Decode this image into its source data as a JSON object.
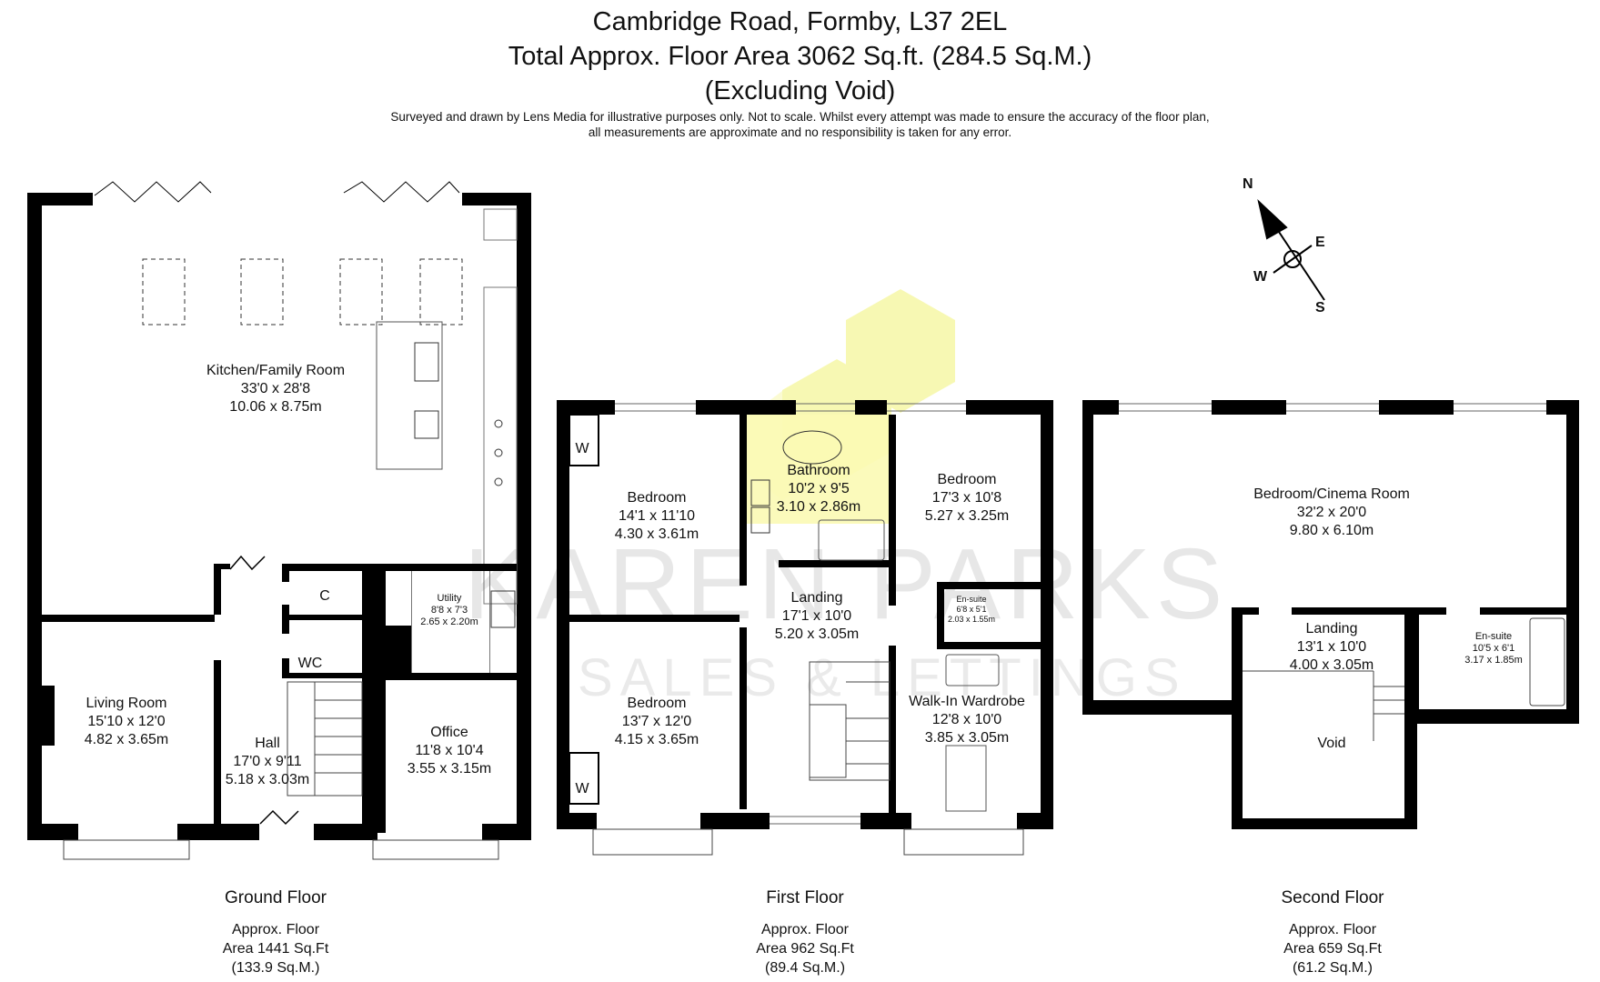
{
  "header": {
    "address": "Cambridge Road, Formby, L37 2EL",
    "total_area": "Total Approx. Floor Area 3062 Sq.ft. (284.5 Sq.M.)",
    "note": "(Excluding Void)",
    "disclaimer_line1": "Surveyed and drawn by Lens Media for illustrative purposes only. Not to scale. Whilst every attempt was made to ensure the accuracy of the floor plan,",
    "disclaimer_line2": "all measurements are approximate and no responsibility is taken for any error."
  },
  "compass": {
    "n": "N",
    "e": "E",
    "s": "S",
    "w": "W"
  },
  "watermark": {
    "line1": "KAREN PARKS",
    "line2": "SALES & LETTINGS",
    "color": "#f5f5a0"
  },
  "floors": [
    {
      "name": "Ground Floor",
      "area_line1": "Approx. Floor",
      "area_line2": "Area 1441 Sq.Ft",
      "area_line3": "(133.9 Sq.M.)",
      "rooms": [
        {
          "name": "Kitchen/Family Room",
          "imperial": "33'0 x 28'8",
          "metric": "10.06 x 8.75m"
        },
        {
          "name": "Utility",
          "imperial": "8'8 x 7'3",
          "metric": "2.65 x 2.20m"
        },
        {
          "name": "C"
        },
        {
          "name": "WC"
        },
        {
          "name": "Living Room",
          "imperial": "15'10 x 12'0",
          "metric": "4.82 x 3.65m"
        },
        {
          "name": "Hall",
          "imperial": "17'0 x 9'11",
          "metric": "5.18 x 3.03m"
        },
        {
          "name": "Office",
          "imperial": "11'8 x 10'4",
          "metric": "3.55 x 3.15m"
        }
      ]
    },
    {
      "name": "First Floor",
      "area_line1": "Approx. Floor",
      "area_line2": "Area 962 Sq.Ft",
      "area_line3": "(89.4 Sq.M.)",
      "rooms": [
        {
          "name": "Bedroom",
          "imperial": "14'1 x 11'10",
          "metric": "4.30 x 3.61m"
        },
        {
          "name": "Bathroom",
          "imperial": "10'2 x 9'5",
          "metric": "3.10 x 2.86m"
        },
        {
          "name": "Bedroom",
          "imperial": "17'3 x 10'8",
          "metric": "5.27 x 3.25m"
        },
        {
          "name": "Landing",
          "imperial": "17'1 x 10'0",
          "metric": "5.20 x 3.05m"
        },
        {
          "name": "En-suite",
          "imperial": "6'8 x 5'1",
          "metric": "2.03 x 1.55m"
        },
        {
          "name": "Bedroom",
          "imperial": "13'7 x 12'0",
          "metric": "4.15 x 3.65m"
        },
        {
          "name": "Walk-In Wardrobe",
          "imperial": "12'8 x 10'0",
          "metric": "3.85 x 3.05m"
        },
        {
          "name": "W"
        },
        {
          "name": "W"
        }
      ]
    },
    {
      "name": "Second Floor",
      "area_line1": "Approx. Floor",
      "area_line2": "Area 659 Sq.Ft",
      "area_line3": "(61.2 Sq.M.)",
      "rooms": [
        {
          "name": "Bedroom/Cinema Room",
          "imperial": "32'2 x 20'0",
          "metric": "9.80 x 6.10m"
        },
        {
          "name": "Landing",
          "imperial": "13'1 x 10'0",
          "metric": "4.00 x 3.05m"
        },
        {
          "name": "En-suite",
          "imperial": "10'5 x 6'1",
          "metric": "3.17 x 1.85m"
        },
        {
          "name": "Void"
        }
      ]
    }
  ]
}
